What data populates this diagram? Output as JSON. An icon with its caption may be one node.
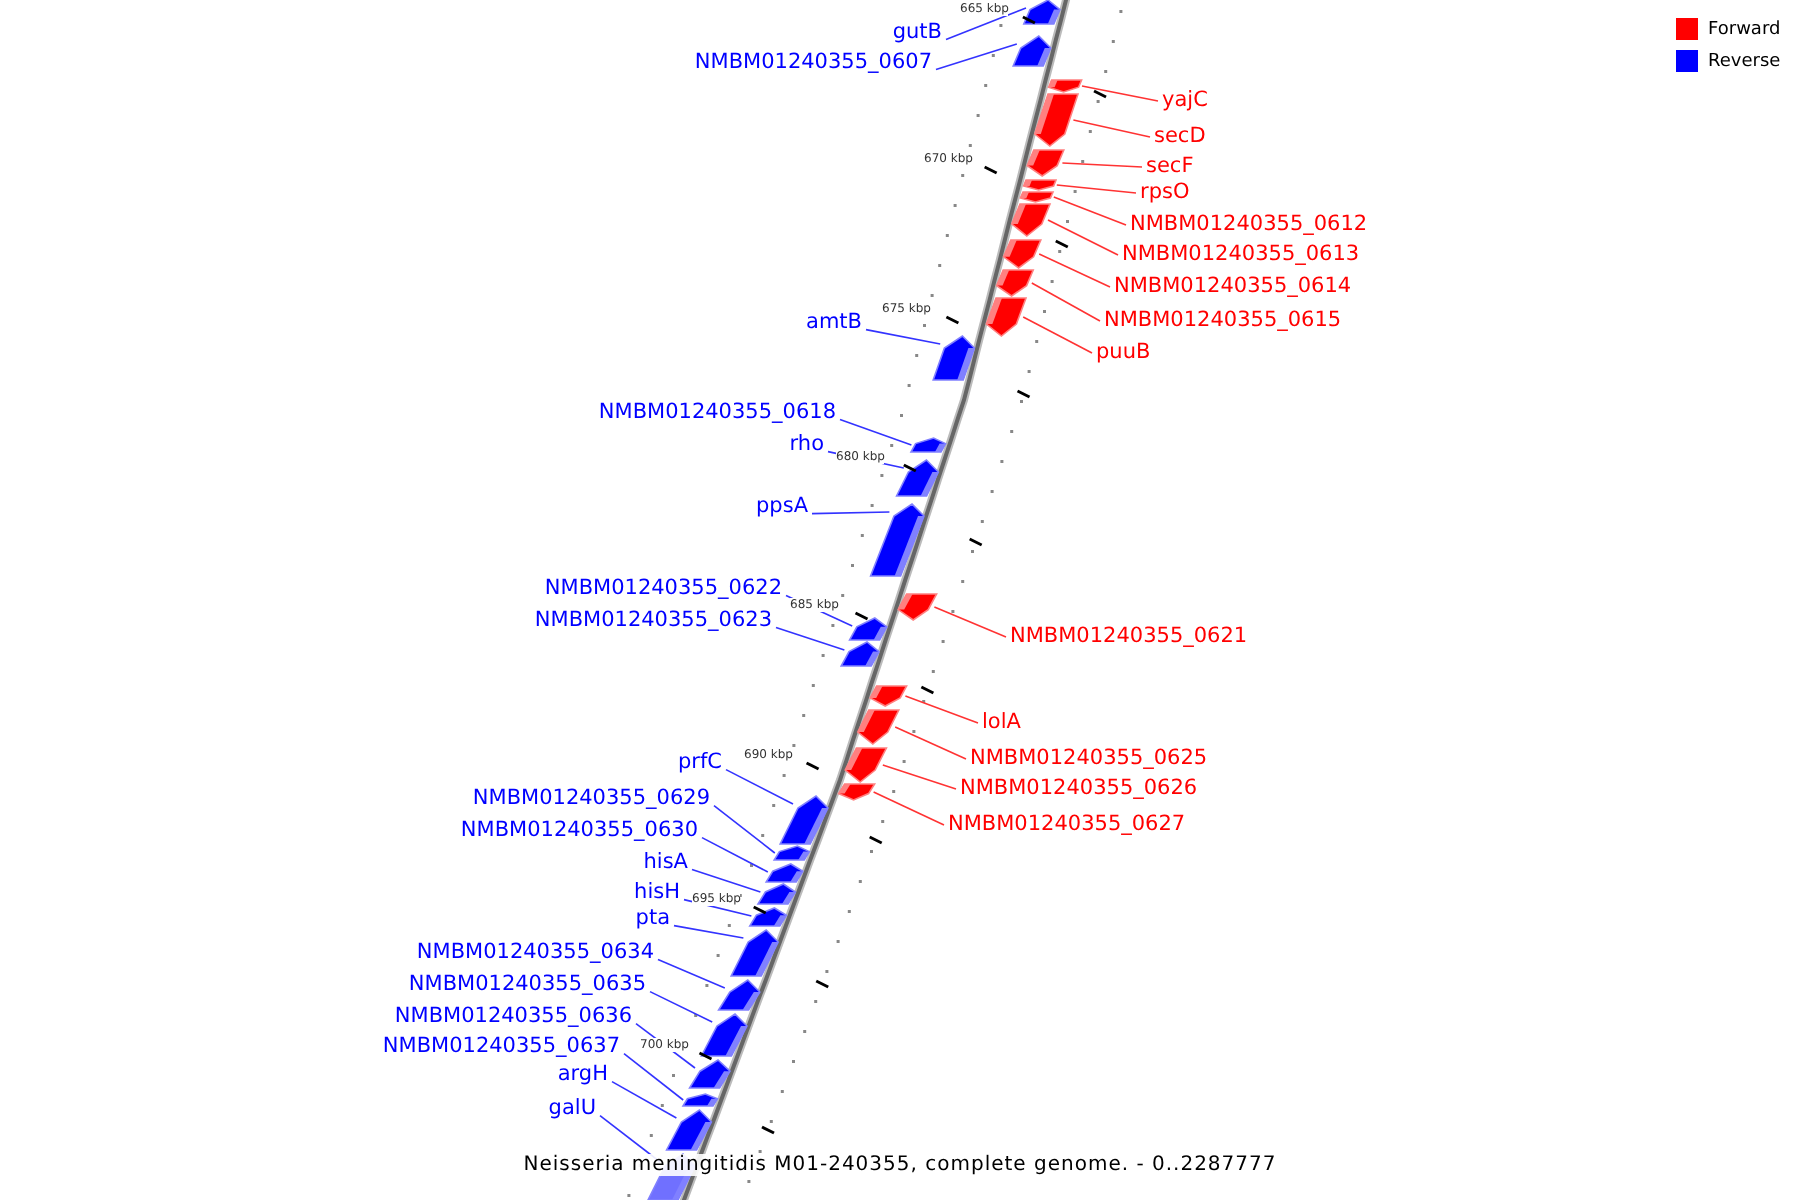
{
  "diagram": {
    "caption": "Neisseria meningitidis M01-240355, complete genome. - 0..2287777",
    "nodes": [
      {
        "text": [
          "gutB"
        ]
      },
      {
        "text": [],
        "shape": "box"
      },
      {
        "text": [
          "NMBM01240355_0607"
        ]
      },
      {
        "text": [],
        "shape": "box"
      },
      {
        "text": [
          "yajC"
        ]
      },
      {
        "text": [],
        "shape": "box"
      },
      {
        "text": [
          "secD"
        ]
      },
      {
        "text": [],
        "shape": "box"
      },
      {
        "text": [
          "secF"
        ]
      },
      {
        "text": [],
        "shape": "box"
      },
      {
        "text": [
          "rpsO"
        ]
      },
      {
        "text": [],
        "shape": "box"
      },
      {
        "text": [
          "NMBM01240355_0612"
        ]
      },
      {
        "text": [],
        "shape": "box"
      },
      {
        "text": [
          "NMBM01240355_0613"
        ]
      },
      {
        "text": [],
        "shape": "box"
      },
      {
        "text": [
          "NMBM01240355_0614"
        ]
      },
      {
        "text": [],
        "shape": "box"
      },
      {
        "text": [
          "NMBM01240355_0615"
        ]
      },
      {
        "text": [],
        "shape": "box"
      },
      {
        "text": [
          "puuB"
        ]
      },
      {
        "text": [],
        "shape": "box"
      },
      {
        "text": [
          "amtB"
        ]
      },
      {
        "text": [],
        "shape": "box"
      },
      {
        "text": [
          "NMBM01240355_0618"
        ]
      },
      {
        "text": [],
        "shape": "box"
      },
      {
        "text": [
          "rho"
        ]
      },
      {
        "text": [],
        "shape": "box"
      },
      {
        "text": [
          "ppsA"
        ]
      },
      {
        "text": [],
        "shape": "box"
      },
      {
        "text": [
          "NMBM01240355_0622"
        ]
      },
      {
        "text": [],
        "shape": "box"
      },
      {
        "text": [
          "NMBM01240355_0623"
        ]
      },
      {
        "text": [],
        "shape": "box"
      },
      {
        "text": [
          "NMBM01240355_0621"
        ]
      },
      {
        "text": [],
        "shape": "box"
      },
      {
        "text": [
          "lolA"
        ]
      },
      {
        "text": [],
        "shape": "box"
      },
      {
        "text": [
          "NMBM01240355_0625"
        ]
      },
      {
        "text": [],
        "shape": "box"
      },
      {
        "text": [
          "prfC"
        ]
      },
      {
        "text": [],
        "shape": "box"
      },
      {
        "text": [
          "NMBM01240355_0626"
        ]
      },
      {
        "text": [],
        "shape": "box"
      },
      {
        "text": [
          "NMBM01240355_0629"
        ]
      },
      {
        "text": [],
        "shape": "box"
      },
      {
        "text": [
          "NMBM01240355_0627"
        ]
      },
      {
        "text": [],
        "shape": "box"
      },
      {
        "text": [
          "NMBM01240355_0630"
        ]
      },
      {
        "text": [],
        "shape": "box"
      },
      {
        "text": [
          "hisA"
        ]
      },
      {
        "text": [],
        "shape": "box"
      },
      {
        "text": [
          "hisH"
        ]
      },
      {
        "text": [],
        "shape": "box"
      },
      {
        "text": [
          "pta"
        ]
      },
      {
        "text": [],
        "shape": "box"
      },
      {
        "text": [
          "NMBM01240355_0634"
        ]
      },
      {
        "text": [],
        "shape": "box"
      },
      {
        "text": [
          "NMBM01240355_0635"
        ]
      },
      {
        "text": [],
        "shape": "box"
      },
      {
        "text": [
          "NMBM01240355_0636"
        ]
      },
      {
        "text": [],
        "shape": "box"
      },
      {
        "text": [
          "NMBM01240355_0637"
        ]
      },
      {
        "text": [],
        "shape": "box"
      },
      {
        "text": [
          "argH"
        ]
      },
      {
        "text": [],
        "shape": "box"
      },
      {
        "text": [
          "galU"
        ]
      },
      {
        "text": [],
        "shape": "box"
      }
    ],
    "edges": [
      {
        "from": 0,
        "to": 1,
        "arrow": "none"
      },
      {
        "from": 2,
        "to": 3,
        "arrow": "none"
      },
      {
        "from": 4,
        "to": 5,
        "arrow": "none",
        "color": "#ff3333"
      },
      {
        "from": 6,
        "to": 7,
        "arrow": "none",
        "color": "#ff3333"
      },
      {
        "from": 8,
        "to": 9,
        "arrow": "none",
        "color": "#ff3333"
      },
      {
        "from": 10,
        "to": 11,
        "arrow": "none",
        "color": "#ff3333"
      },
      {
        "from": 12,
        "to": 13,
        "arrow": "none",
        "color": "#ff3333"
      },
      {
        "from": 14,
        "to": 15,
        "arrow": "none",
        "color": "#ff3333"
      },
      {
        "from": 16,
        "to": 17,
        "arrow": "none",
        "color": "#ff3333"
      },
      {
        "from": 18,
        "to": 19,
        "arrow": "none",
        "color": "#ff3333"
      },
      {
        "from": 20,
        "to": 21,
        "arrow": "none",
        "color": "#ff3333"
      },
      {
        "from": 22,
        "to": 23,
        "arrow": "none"
      },
      {
        "from": 24,
        "to": 25,
        "arrow": "none"
      },
      {
        "from": 26,
        "to": 27,
        "arrow": "none"
      },
      {
        "from": 28,
        "to": 29,
        "arrow": "none"
      },
      {
        "from": 30,
        "to": 31,
        "arrow": "none"
      },
      {
        "from": 32,
        "to": 33,
        "arrow": "none"
      },
      {
        "from": 34,
        "to": 35,
        "arrow": "none",
        "color": "#ff3333"
      },
      {
        "from": 36,
        "to": 37,
        "arrow": "none",
        "color": "#ff3333"
      },
      {
        "from": 38,
        "to": 39,
        "arrow": "none",
        "color": "#ff3333"
      },
      {
        "from": 40,
        "to": 41,
        "arrow": "none"
      },
      {
        "from": 42,
        "to": 43,
        "arrow": "none",
        "color": "#ff3333"
      },
      {
        "from": 44,
        "to": 45,
        "arrow": "none"
      },
      {
        "from": 46,
        "to": 47,
        "arrow": "none",
        "color": "#ff3333"
      },
      {
        "from": 48,
        "to": 49,
        "arrow": "none"
      },
      {
        "from": 50,
        "to": 51,
        "arrow": "none"
      },
      {
        "from": 52,
        "to": 53,
        "arrow": "none"
      },
      {
        "from": 54,
        "to": 55,
        "arrow": "none"
      },
      {
        "from": 56,
        "to": 57,
        "arrow": "none"
      },
      {
        "from": 58,
        "to": 59,
        "arrow": "none"
      },
      {
        "from": 60,
        "to": 61,
        "arrow": "none"
      },
      {
        "from": 62,
        "to": 63,
        "arrow": "none"
      },
      {
        "from": 64,
        "to": 65,
        "arrow": "none"
      },
      {
        "from": 66,
        "to": 67,
        "arrow": "none"
      }
    ],
    "labels": [
      "665 kbp",
      "670 kbp",
      "675 kbp",
      "680 kbp",
      "685 kbp",
      "690 kbp",
      "695 kbp",
      "700 kbp"
    ],
    "legend": [
      {
        "text": "Forward",
        "color": "#ff0000"
      },
      {
        "text": "Reverse",
        "color": "#0000ff"
      }
    ]
  }
}
